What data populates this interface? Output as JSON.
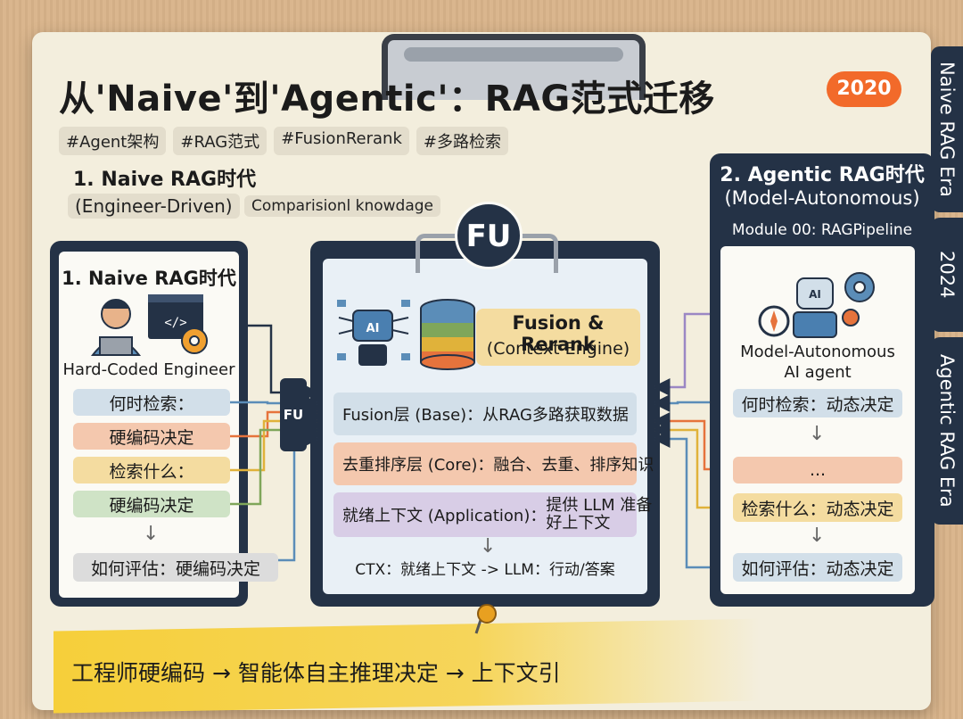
{
  "title": "从'Naive'到'Agentic'：RAG范式迁移",
  "year_badge": "2020",
  "tags": [
    "#Agent架构",
    "#RAG范式",
    "#FusionRerank",
    "#多路检索"
  ],
  "side_tabs": [
    "Naive RAG Era",
    "2024",
    "Agentic RAG Era"
  ],
  "section1": {
    "title": "1. Naive RAG时代",
    "subtitle": "(Engineer-Driven)",
    "note": "Comparisionl knowdage",
    "panel_title": "1. Naive RAG时代",
    "actor": "Hard-Coded Engineer",
    "rows": [
      "何时检索：",
      "硬编码决定",
      "检索什么：",
      "硬编码决定"
    ],
    "bottom_row": "如何评估：硬编码决定"
  },
  "center": {
    "badge": "FU",
    "connector_label": "FU",
    "engine_title": "Fusion & Rerank",
    "engine_subtitle": "(Context Engine)",
    "ai_chip": "AI",
    "layers": [
      "Fusion层 (Base)：从RAG多路获取数据",
      "去重排序层 (Core)：融合、去重、排序知识"
    ],
    "app_layer_left": "就绪上下文 (Application)：",
    "app_layer_right_1": "提供 LLM 准备",
    "app_layer_right_2": "好上下文",
    "output": "CTX：就绪上下文 -> LLM：行动/答案"
  },
  "section2": {
    "title": "2. Agentic RAG时代",
    "subtitle": "(Model-Autonomous)",
    "module": "Module 00: RAGPipeline",
    "ai_chip": "AI",
    "actor_1": "Model-Autonomous",
    "actor_2": "AI agent",
    "rows": [
      "何时检索：动态决定",
      "...",
      "检索什么：动态决定",
      "如何评估：动态决定"
    ]
  },
  "footer": "工程师硬编码 → 智能体自主推理决定 → 上下文引",
  "colors": {
    "navy": "#243246",
    "accent_orange": "#f26a2a",
    "blue": "#5b8db8",
    "orange": "#e6733c",
    "yellow": "#e0b23a",
    "green": "#7fa65a",
    "purple": "#9b87c4"
  }
}
